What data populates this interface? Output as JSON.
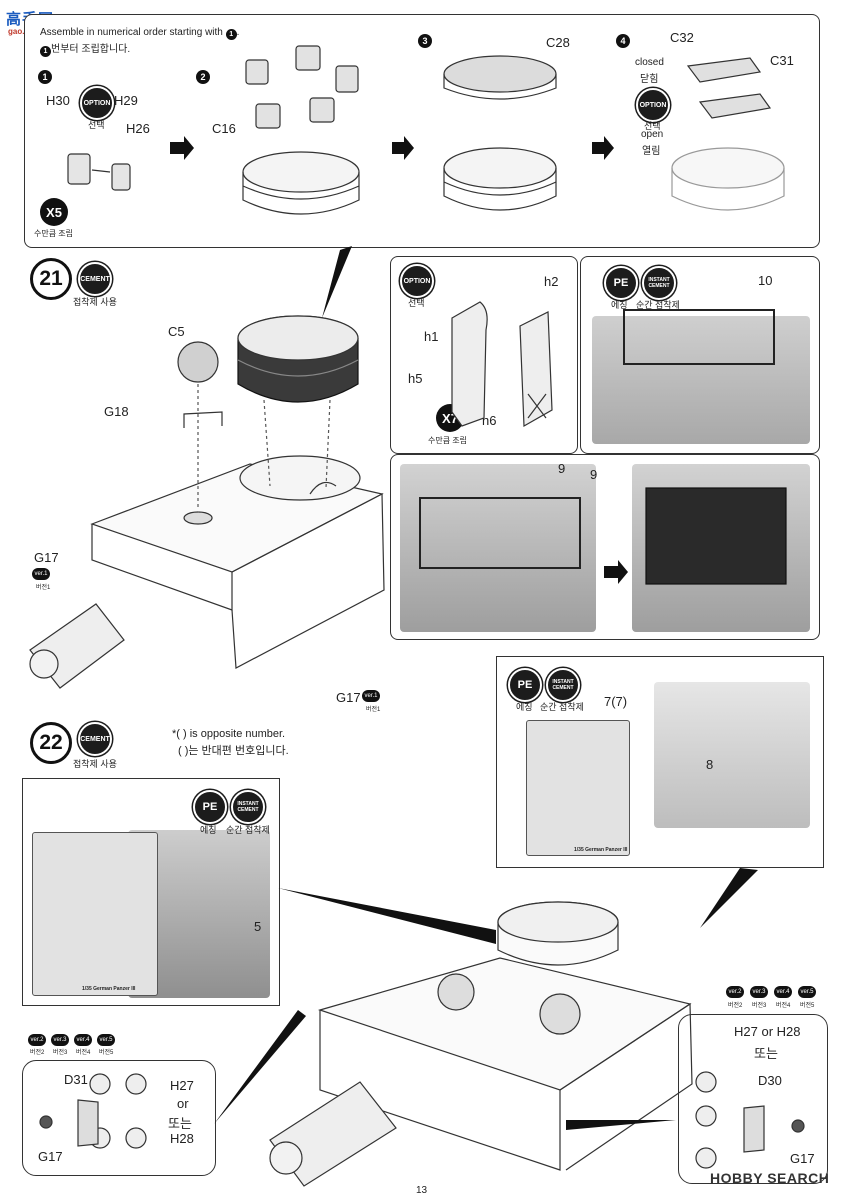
{
  "watermark_top": {
    "chars": "高手网",
    "url": "gao.shou.com"
  },
  "watermark_bottom": "HOBBY SEARCH",
  "page_number": "13",
  "top_panel": {
    "instruction_en": "Assemble in numerical order starting with",
    "instruction_kr": "번부터 조립합니다.",
    "step_nums": [
      "1",
      "2",
      "3",
      "4"
    ],
    "substep1": {
      "labels": [
        "H30",
        "H29",
        "H26"
      ],
      "option": "OPTION",
      "option_kr": "선택",
      "x_label": "X5",
      "x_kr": "수만큼 조립"
    },
    "substep2": {
      "labels": [
        "C16"
      ]
    },
    "substep3": {
      "labels": [
        "C28"
      ]
    },
    "substep4": {
      "labels": [
        "C32",
        "C31"
      ],
      "closed_en": "closed",
      "closed_kr": "닫힘",
      "option": "OPTION",
      "option_kr": "선택",
      "open_en": "open",
      "open_kr": "열림"
    }
  },
  "step21": {
    "number": "21",
    "cement": "CEMENT",
    "cement_kr": "접착제 사용",
    "labels": [
      "C5",
      "G18",
      "G18",
      "G17",
      "G17"
    ],
    "ver": "ver.1",
    "ver_kr": "버전1",
    "option_panel": {
      "option": "OPTION",
      "option_kr": "선택",
      "labels": [
        "h1",
        "h2",
        "h5",
        "h6"
      ],
      "x_label": "X7",
      "x_kr": "수만큼 조립"
    },
    "pe_panel": {
      "pe": "PE",
      "pe_kr": "에칭",
      "instant": "INSTANT CEMENT",
      "instant_kr": "순간 접착제",
      "part": "10"
    },
    "rack_panel": {
      "labels": [
        "9",
        "9"
      ]
    }
  },
  "step22": {
    "number": "22",
    "cement": "CEMENT",
    "cement_kr": "접착제 사용",
    "note_en": "( ) is opposite number.",
    "note_kr": "(  )는 반대편 번호입니다.",
    "pe_top": {
      "pe": "PE",
      "pe_kr": "에칭",
      "instant": "INSTANT CEMENT",
      "instant_kr": "순간 접착제",
      "labels": [
        "7(7)",
        "8"
      ],
      "sheet_caption": "1/35 German Panzer III"
    },
    "pe_left": {
      "pe": "PE",
      "pe_kr": "에칭",
      "instant": "INSTANT CEMENT",
      "instant_kr": "순간 접착제",
      "labels": [
        "5"
      ],
      "sheet_caption": "1/35 German Panzer III"
    },
    "vers": [
      {
        "en": "ver.2",
        "kr": "버전2"
      },
      {
        "en": "ver.3",
        "kr": "버전3"
      },
      {
        "en": "ver.4",
        "kr": "버전4"
      },
      {
        "en": "ver.5",
        "kr": "버전5"
      }
    ],
    "left_detail": {
      "labels": [
        "D31",
        "H27",
        "or",
        "또는",
        "H28",
        "G17"
      ]
    },
    "right_detail": {
      "labels": [
        "H27 or H28",
        "또는",
        "D30",
        "G17"
      ]
    }
  }
}
